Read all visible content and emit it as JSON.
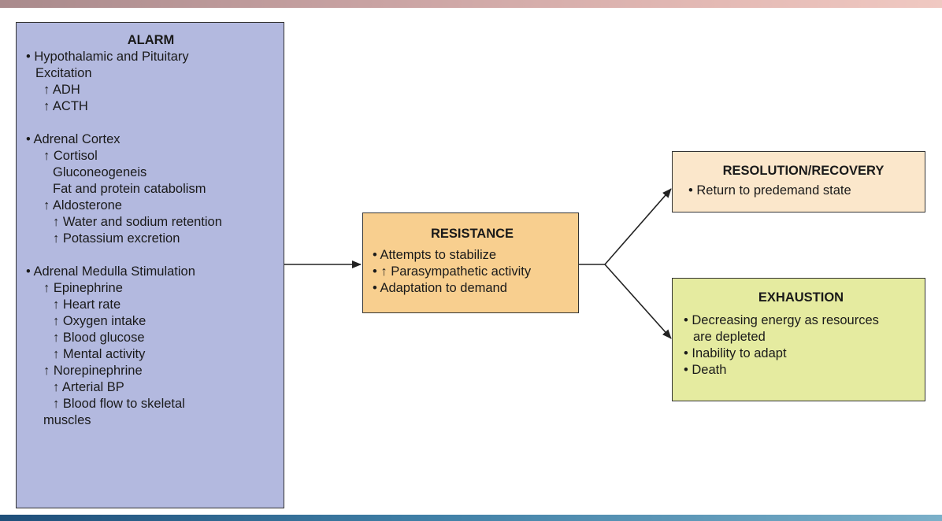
{
  "alarm": {
    "title": "ALARM",
    "lines": [
      "• Hypothalamic and Pituitary",
      "Excitation",
      "↑ ADH",
      "↑ ACTH",
      "• Adrenal Cortex",
      "↑ Cortisol",
      "Gluconeogeneis",
      "Fat and protein catabolism",
      "↑ Aldosterone",
      "↑ Water and sodium retention",
      "↑ Potassium excretion",
      "• Adrenal Medulla Stimulation",
      "↑ Epinephrine",
      "↑ Heart rate",
      "↑ Oxygen intake",
      "↑ Blood glucose",
      "↑ Mental activity",
      "↑ Norepinephrine",
      "↑ Arterial BP",
      "↑ Blood flow to skeletal",
      "muscles"
    ]
  },
  "resistance": {
    "title": "RESISTANCE",
    "items": [
      "• Attempts to stabilize",
      "• ↑ Parasympathetic activity",
      "• Adaptation to demand"
    ]
  },
  "resolution": {
    "title": "RESOLUTION/RECOVERY",
    "items": [
      "• Return to predemand state"
    ]
  },
  "exhaustion": {
    "title": "EXHAUSTION",
    "lines": [
      "• Decreasing energy as resources",
      "are depleted",
      "• Inability to adapt",
      "• Death"
    ]
  },
  "colors": {
    "alarm_fill": "#b3b9df",
    "resistance_fill": "#f8cf8f",
    "resolution_fill": "#fbe7cb",
    "exhaustion_fill": "#e5eba0"
  }
}
